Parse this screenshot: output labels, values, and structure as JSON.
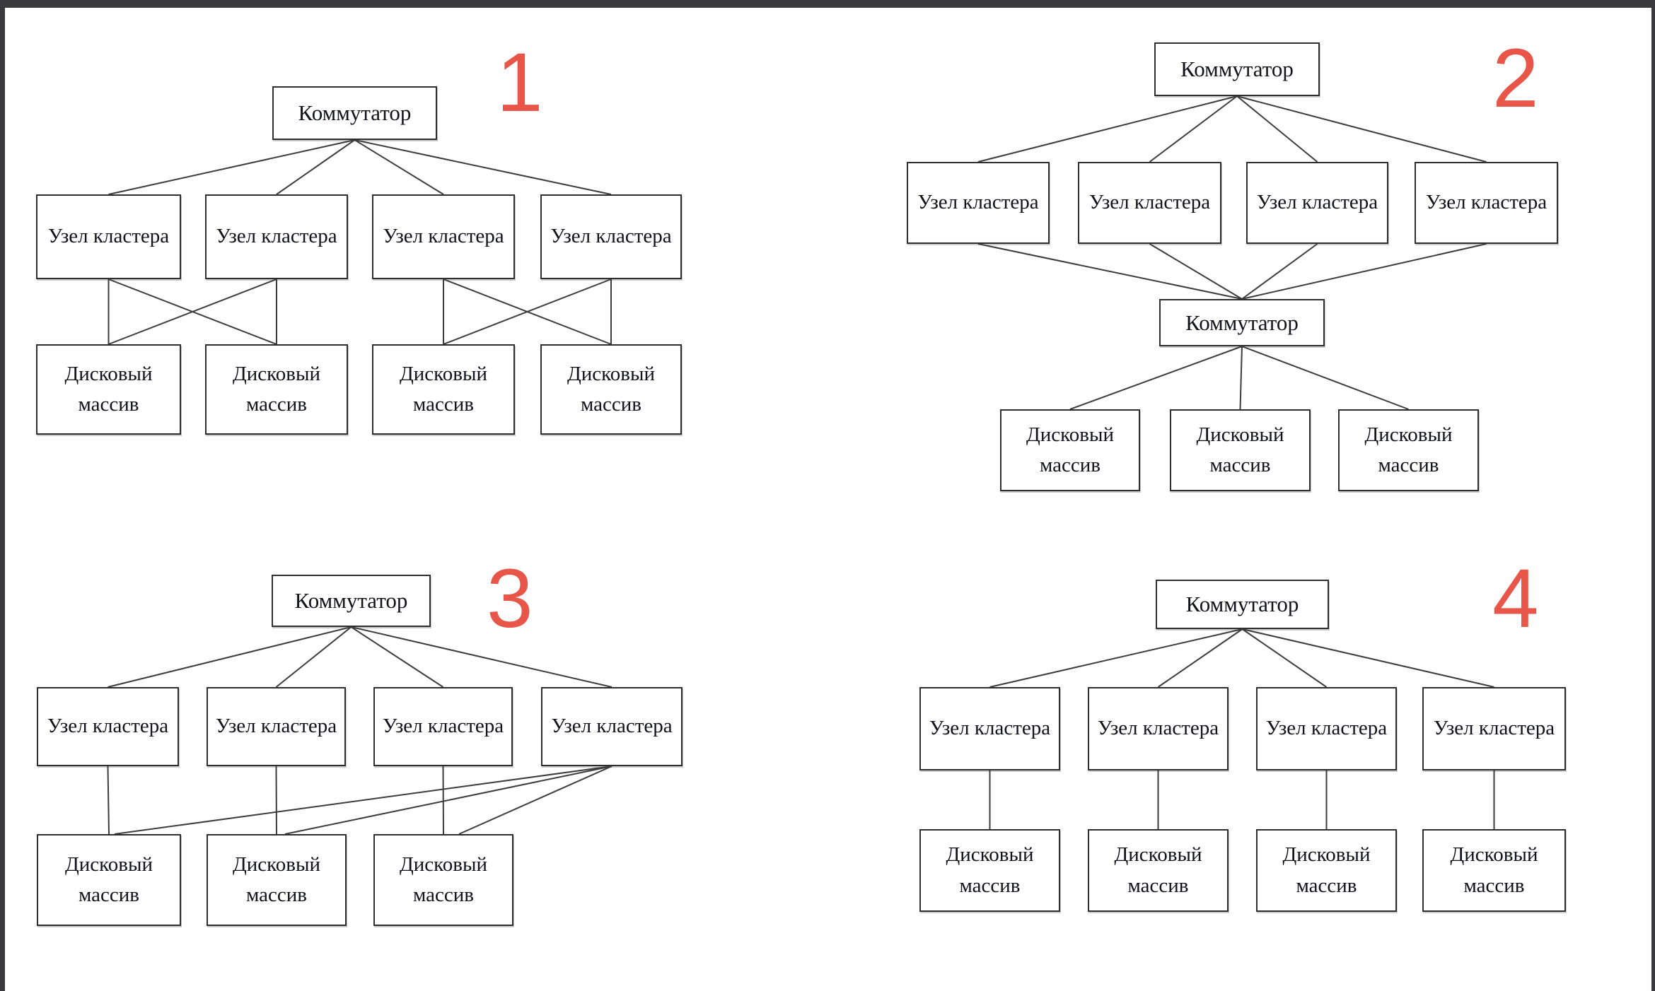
{
  "page": {
    "background": "#ffffff",
    "frame_color": "#3a3a3c",
    "number_color": "#e8564a",
    "line_color": "#3c3c3c"
  },
  "labels": {
    "switch": "Коммутатор",
    "cluster_node": "Узел кластера",
    "disk_array": "Дисковый массив"
  },
  "diagrams": [
    {
      "number": "1",
      "switches": [
        "Коммутатор"
      ],
      "nodes": [
        "Узел кластера",
        "Узел кластера",
        "Узел кластера",
        "Узел кластера"
      ],
      "arrays": [
        "Дисковый массив",
        "Дисковый массив",
        "Дисковый массив",
        "Дисковый массив"
      ]
    },
    {
      "number": "2",
      "switches": [
        "Коммутатор",
        "Коммутатор"
      ],
      "nodes": [
        "Узел кластера",
        "Узел кластера",
        "Узел кластера",
        "Узел кластера"
      ],
      "arrays": [
        "Дисковый массив",
        "Дисковый массив",
        "Дисковый массив"
      ]
    },
    {
      "number": "3",
      "switches": [
        "Коммутатор"
      ],
      "nodes": [
        "Узел кластера",
        "Узел кластера",
        "Узел кластера",
        "Узел кластера"
      ],
      "arrays": [
        "Дисковый массив",
        "Дисковый массив",
        "Дисковый массив"
      ]
    },
    {
      "number": "4",
      "switches": [
        "Коммутатор"
      ],
      "nodes": [
        "Узел кластера",
        "Узел кластера",
        "Узел кластера",
        "Узел кластера"
      ],
      "arrays": [
        "Дисковый массив",
        "Дисковый массив",
        "Дисковый массив",
        "Дисковый массив"
      ]
    }
  ]
}
